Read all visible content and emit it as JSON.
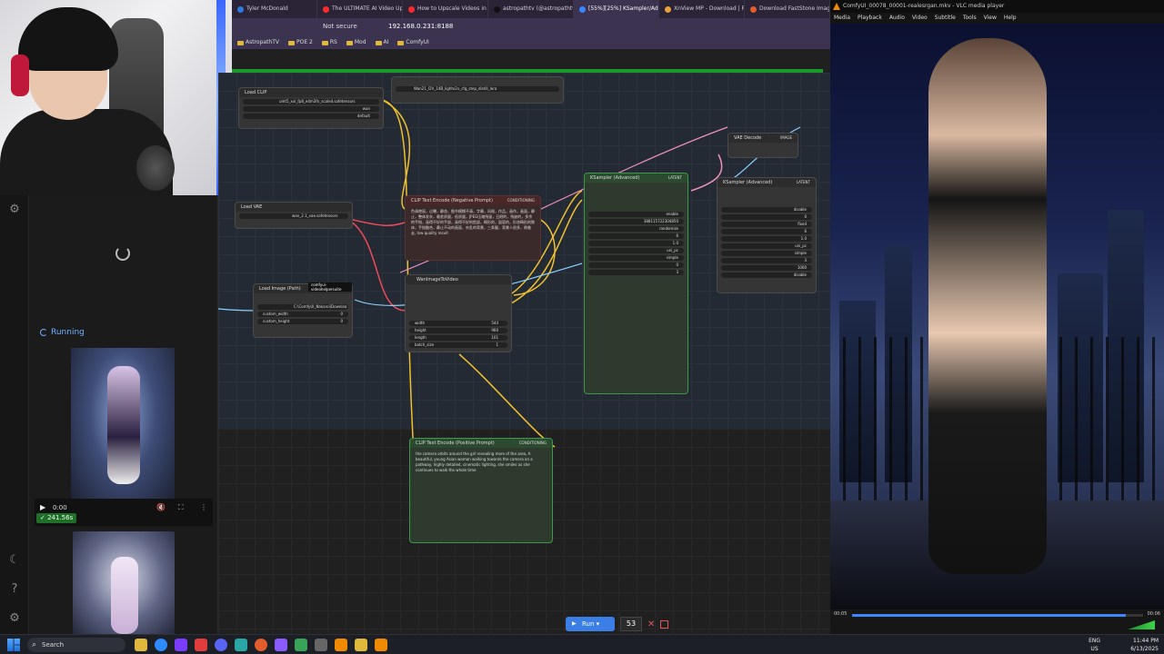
{
  "browser": {
    "tabs": [
      {
        "label": "Tyler McDonald",
        "color": "#2d7be0",
        "active": false
      },
      {
        "label": "The ULTIMATE AI Video Up",
        "color": "#ff2b2b",
        "active": false
      },
      {
        "label": "How to Upscale Videos in",
        "color": "#ff2b2b",
        "active": false
      },
      {
        "label": "astropathtv (@astropathtv",
        "color": "#111111",
        "active": false
      },
      {
        "label": "[55%][25%] KSampler/Ad",
        "color": "#3a86ff",
        "active": true
      },
      {
        "label": "XnView MP - Download | F",
        "color": "#e8a23c",
        "active": false
      },
      {
        "label": "Download FastStone Image",
        "color": "#e35c2b",
        "active": false
      }
    ],
    "not_secure": "Not secure",
    "url": "192.168.0.231:8188",
    "bookmarks": [
      "AstropathTV",
      "POE 2",
      "RS",
      "Mod",
      "AI",
      "ComfyUI"
    ]
  },
  "sidebar": {
    "running_label": "Running",
    "video_time": "0:00",
    "duration_badge": "241.56s"
  },
  "nodes": {
    "load_clip": {
      "title": "Load CLIP",
      "w1": "umt5_xxl_fp8_e4m3fn_scaled.safetensors",
      "w2": "wan",
      "w3": "default"
    },
    "load_vae": {
      "title": "Load VAE",
      "w1": "wan_2.1_vae.safetensors"
    },
    "neg_prompt": {
      "title": "CLIP Text Encode (Negative Prompt)",
      "out": "CONDITIONING",
      "text": "色调艳丽，过曝，静态，细节模糊不清，字幕，风格，作品，画作，画面，静止，整体发灰，最差质量，低质量，JPEG压缩残留，丑陋的，残缺的，多余的手指，画得不好的手部，画得不好的脸部，畸形的，毁容的，形态畸形的肢体，手指融合，静止不动的画面，杂乱的背景，三条腿，背景人很多，倒着走, low quality result"
    },
    "load_image": {
      "title": "Load Image (Path)",
      "badge": "comfyui-videohelpersuite",
      "w1": "C:\\ComfyUI_Nakaroi\\Downloa",
      "w2": "custom_width",
      "w3": "custom_height",
      "v2": "0",
      "v3": "0"
    },
    "wan_i2v": {
      "title": "WanImageToVideo",
      "w1": "width",
      "v1": "544",
      "w2": "height",
      "v2": "960",
      "w3": "length",
      "v3": "101",
      "w4": "batch_size",
      "v4": "1"
    },
    "ksampler1": {
      "title": "KSampler (Advanced)",
      "out": "LATENT",
      "seed": "388115722304850",
      "control": "randomize",
      "steps": "6",
      "cfg": "1.0",
      "sampler": "uni_pc",
      "scheduler": "simple",
      "start": "0",
      "end": "3",
      "noise": "enable"
    },
    "ksampler2": {
      "title": "KSampler (Advanced)",
      "out": "LATENT",
      "add_noise": "disable",
      "seed": "0",
      "control": "fixed",
      "steps": "6",
      "cfg": "1.0",
      "sampler": "uni_pc",
      "scheduler": "simple",
      "start": "3",
      "end": "1000",
      "noise": "disable"
    },
    "vae_decode": {
      "title": "VAE Decode",
      "out": "IMAGE"
    },
    "pos_prompt": {
      "title": "CLIP Text Encode (Positive Prompt)",
      "out": "CONDITIONING",
      "text": "the camera orbits around the girl revealing more of the area, A beautiful, young Asian woman walking towards the camera on a pathway, highly detailed, cinematic lighting, she smiles as she continues to walk the whole time"
    },
    "lora": {
      "title": "Wan21_I2V_14B_lightx2v_cfg_step_distill_lora"
    }
  },
  "runbar": {
    "run_label": "Run",
    "count": "53"
  },
  "vlc": {
    "title": "ComfyUI_00078_00001-realesrgan.mkv - VLC media player",
    "menu": [
      "Media",
      "Playback",
      "Audio",
      "Video",
      "Subtitle",
      "Tools",
      "View",
      "Help"
    ],
    "time_elapsed": "00:05",
    "time_total": "00:06",
    "progress": 0.94
  },
  "taskbar": {
    "search": "Search",
    "lang": "ENG",
    "region": "US",
    "time": "11:44 PM",
    "date": "6/13/2025"
  },
  "colors": {
    "accent": "#3b7ee5",
    "progress": "#1a9a2a",
    "run_button": "#3b7ee5"
  }
}
